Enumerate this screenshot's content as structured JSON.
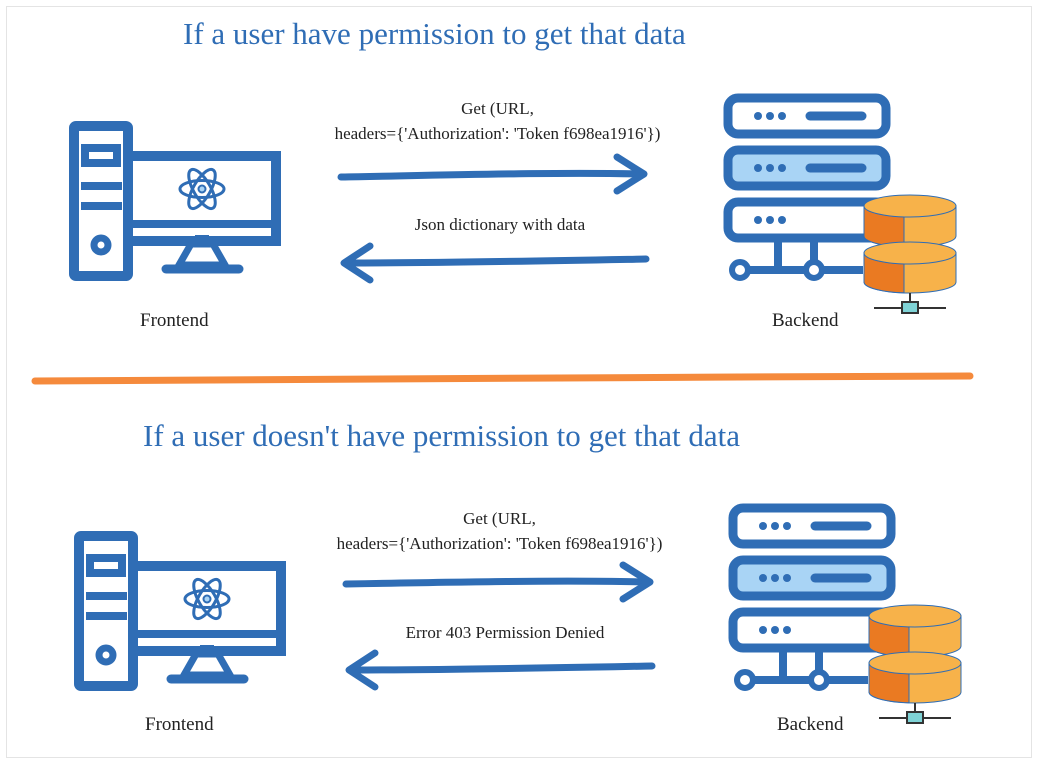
{
  "section_top": {
    "title": "If a user have permission to get that data",
    "request_line1": "Get (URL,",
    "request_line2": "headers={'Authorization': 'Token f698ea1916'})",
    "response": "Json dictionary with data",
    "frontend_label": "Frontend",
    "backend_label": "Backend"
  },
  "section_bottom": {
    "title": "If a user doesn't have permission to get that data",
    "request_line1": "Get (URL,",
    "request_line2": "headers={'Authorization': 'Token f698ea1916'})",
    "response": "Error 403 Permission Denied",
    "frontend_label": "Frontend",
    "backend_label": "Backend"
  },
  "colors": {
    "primary_blue": "#2f6db5",
    "light_blue": "#a9d4f5",
    "orange_divider": "#f58a3c",
    "db_orange_light": "#f7b24a",
    "db_orange_dark": "#ea7a22",
    "connector_teal": "#7fd3d6"
  },
  "icons": [
    "desktop-computer-icon",
    "react-logo-icon",
    "server-rack-icon",
    "database-icon"
  ]
}
